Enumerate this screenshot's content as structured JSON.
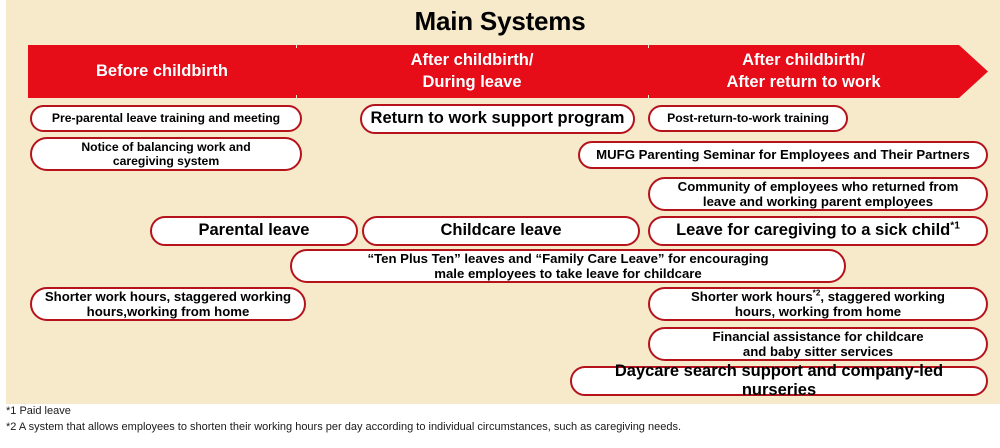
{
  "title": "Main Systems",
  "colors": {
    "panel_bg": "#f6eacb",
    "arrow_red": "#e60c18",
    "pill_border": "#b5121b",
    "pill_bg": "#ffffff",
    "text": "#000000"
  },
  "arrow": {
    "segments": [
      {
        "label": "Before childbirth",
        "lines": [
          "Before childbirth"
        ]
      },
      {
        "label": "After childbirth/ During leave",
        "lines": [
          "After childbirth/",
          "During leave"
        ]
      },
      {
        "label": "After childbirth/ After return to work",
        "lines": [
          "After childbirth/",
          "After return to work"
        ]
      }
    ]
  },
  "boxes": [
    {
      "id": "pre-parental-leave-training",
      "lines": [
        "Pre-parental leave training and meeting"
      ],
      "sup": ""
    },
    {
      "id": "notice-balancing-work",
      "lines": [
        "Notice of balancing work and",
        "caregiving system"
      ],
      "sup": ""
    },
    {
      "id": "return-to-work-support-program",
      "lines": [
        "Return to work support program"
      ],
      "sup": ""
    },
    {
      "id": "post-return-to-work-training",
      "lines": [
        "Post-return-to-work training"
      ],
      "sup": ""
    },
    {
      "id": "mufg-parenting-seminar",
      "lines": [
        "MUFG Parenting Seminar for Employees and Their Partners"
      ],
      "sup": ""
    },
    {
      "id": "community-of-employees",
      "lines": [
        "Community of employees who returned from",
        "leave and working parent employees"
      ],
      "sup": ""
    },
    {
      "id": "parental-leave",
      "lines": [
        "Parental leave"
      ],
      "sup": ""
    },
    {
      "id": "childcare-leave",
      "lines": [
        "Childcare leave"
      ],
      "sup": ""
    },
    {
      "id": "leave-for-caregiving-sick-child",
      "lines": [
        "Leave for caregiving to a sick child"
      ],
      "sup": "*1"
    },
    {
      "id": "ten-plus-ten-leaves",
      "lines": [
        "“Ten Plus Ten” leaves and “Family Care Leave” for encouraging",
        "male employees to take leave for childcare"
      ],
      "sup": ""
    },
    {
      "id": "shorter-work-hours-left",
      "lines": [
        "Shorter work hours, staggered working",
        "hours,working from home"
      ],
      "sup": ""
    },
    {
      "id": "shorter-work-hours-right",
      "lines": [
        "Shorter work hours",
        ", staggered working",
        "hours, working from home"
      ],
      "sup": "*2"
    },
    {
      "id": "financial-assistance-childcare",
      "lines": [
        "Financial assistance for childcare",
        "and baby sitter services"
      ],
      "sup": ""
    },
    {
      "id": "daycare-search-support",
      "lines": [
        "Daycare search support and company-led nurseries"
      ],
      "sup": ""
    }
  ],
  "footnotes": [
    "*1 Paid leave",
    "*2 A system that allows employees to shorten their working hours per day according to individual circumstances, such as caregiving needs."
  ]
}
